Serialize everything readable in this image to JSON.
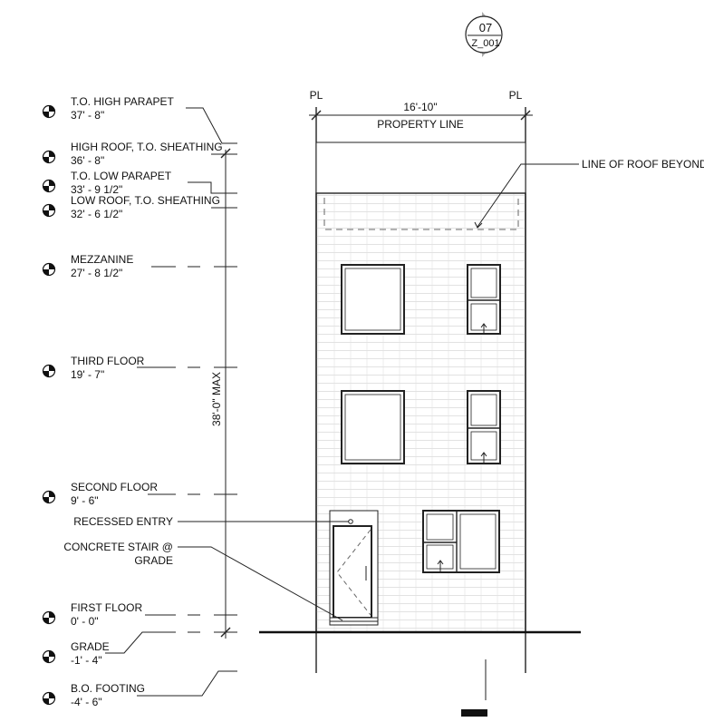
{
  "section_tag": {
    "number": "07",
    "sheet": "Z_001"
  },
  "property": {
    "left_marker": "PL",
    "right_marker": "PL",
    "width_dimension": "16'-10\"",
    "line_label": "PROPERTY LINE"
  },
  "height_dimension": "38'-0\" MAX",
  "levels": [
    {
      "name": "T.O. HIGH PARAPET",
      "elevation": "37' - 8\""
    },
    {
      "name": "HIGH ROOF, T.O. SHEATHING",
      "elevation": "36' - 8\""
    },
    {
      "name": "T.O. LOW PARAPET",
      "elevation": "33' - 9 1/2\""
    },
    {
      "name": "LOW ROOF, T.O. SHEATHING",
      "elevation": "32' - 6 1/2\""
    },
    {
      "name": "MEZZANINE",
      "elevation": "27' - 8 1/2\""
    },
    {
      "name": "THIRD FLOOR",
      "elevation": "19' - 7\""
    },
    {
      "name": "SECOND FLOOR",
      "elevation": "9' - 6\""
    },
    {
      "name": "FIRST FLOOR",
      "elevation": "0' - 0\""
    },
    {
      "name": "GRADE",
      "elevation": "-1' - 4\""
    },
    {
      "name": "B.O. FOOTING",
      "elevation": "-4' - 6\""
    }
  ],
  "annotations": {
    "roof_beyond": "LINE OF ROOF BEYOND",
    "recessed_entry": "RECESSED ENTRY",
    "stair_line1": "CONCRETE STAIR @",
    "stair_line2": "GRADE"
  }
}
